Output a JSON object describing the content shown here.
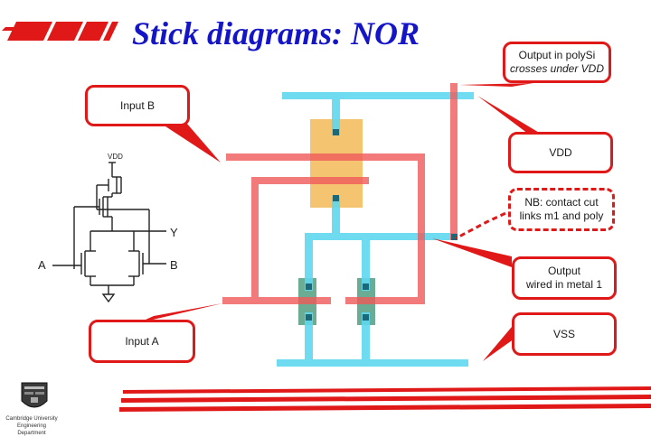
{
  "title": "Stick diagrams: NOR",
  "callouts": {
    "output_polysi_line1": "Output in polySi",
    "output_polysi_line2": "crosses under VDD",
    "input_b": "Input B",
    "vdd": "VDD",
    "nb_line1": "NB: contact cut",
    "nb_line2": "links m1 and poly",
    "output_metal_line1": "Output",
    "output_metal_line2": "wired in metal 1",
    "input_a": "Input A",
    "vss": "VSS"
  },
  "schematic": {
    "vdd_label": "VDD",
    "y_label": "Y",
    "a_label": "A",
    "b_label": "B"
  },
  "footer": {
    "institution_line1": "Cambridge University",
    "institution_line2": "Engineering Department"
  },
  "colors": {
    "title": "#1515c8",
    "callout_border": "#e01818",
    "poly": "#f05a5a",
    "metal": "#60d8f0",
    "diffusion_p": "#f0b040",
    "diffusion_n": "#3a9070",
    "contact": "#1a6878"
  }
}
